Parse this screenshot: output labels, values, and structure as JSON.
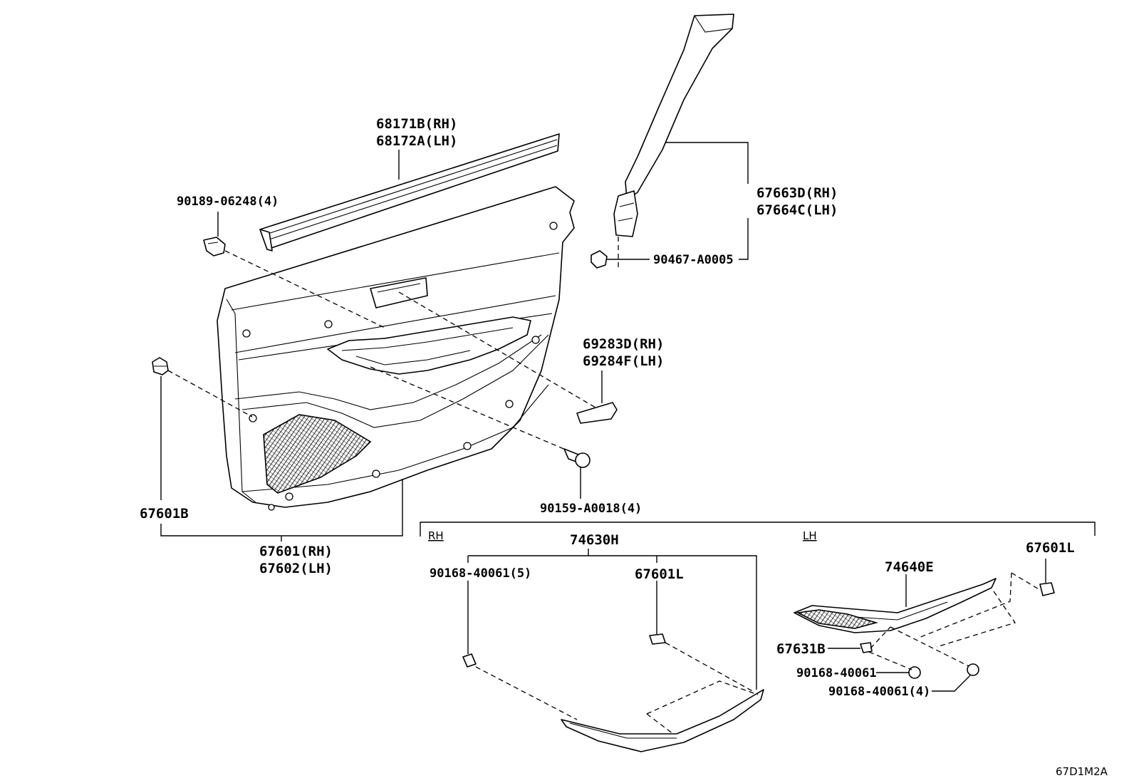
{
  "labels": {
    "weatherstrip_rh": "68171B(RH)",
    "weatherstrip_lh": "68172A(LH)",
    "clip_top": "90189-06248(4)",
    "pillar_rh": "67663D(RH)",
    "pillar_lh": "67664C(LH)",
    "pillar_clip": "90467-A0005",
    "handle_rh": "69283D(RH)",
    "handle_lh": "69284F(LH)",
    "clip_left": "67601B",
    "screw": "90159-A0018(4)",
    "panel_rh": "67601(RH)",
    "panel_lh": "67602(LH)",
    "rh_tag": "RH",
    "lh_tag": "LH",
    "armrest_rh": "74630H",
    "screw_rh": "90168-40061(5)",
    "clip_rh": "67601L",
    "armrest_lh": "74640E",
    "clip_lh_top": "67601L",
    "clip_lh_mid": "67631B",
    "screw_lh_1": "90168-40061",
    "screw_lh_2": "90168-40061(4)",
    "diagram_code": "67D1M2A"
  }
}
